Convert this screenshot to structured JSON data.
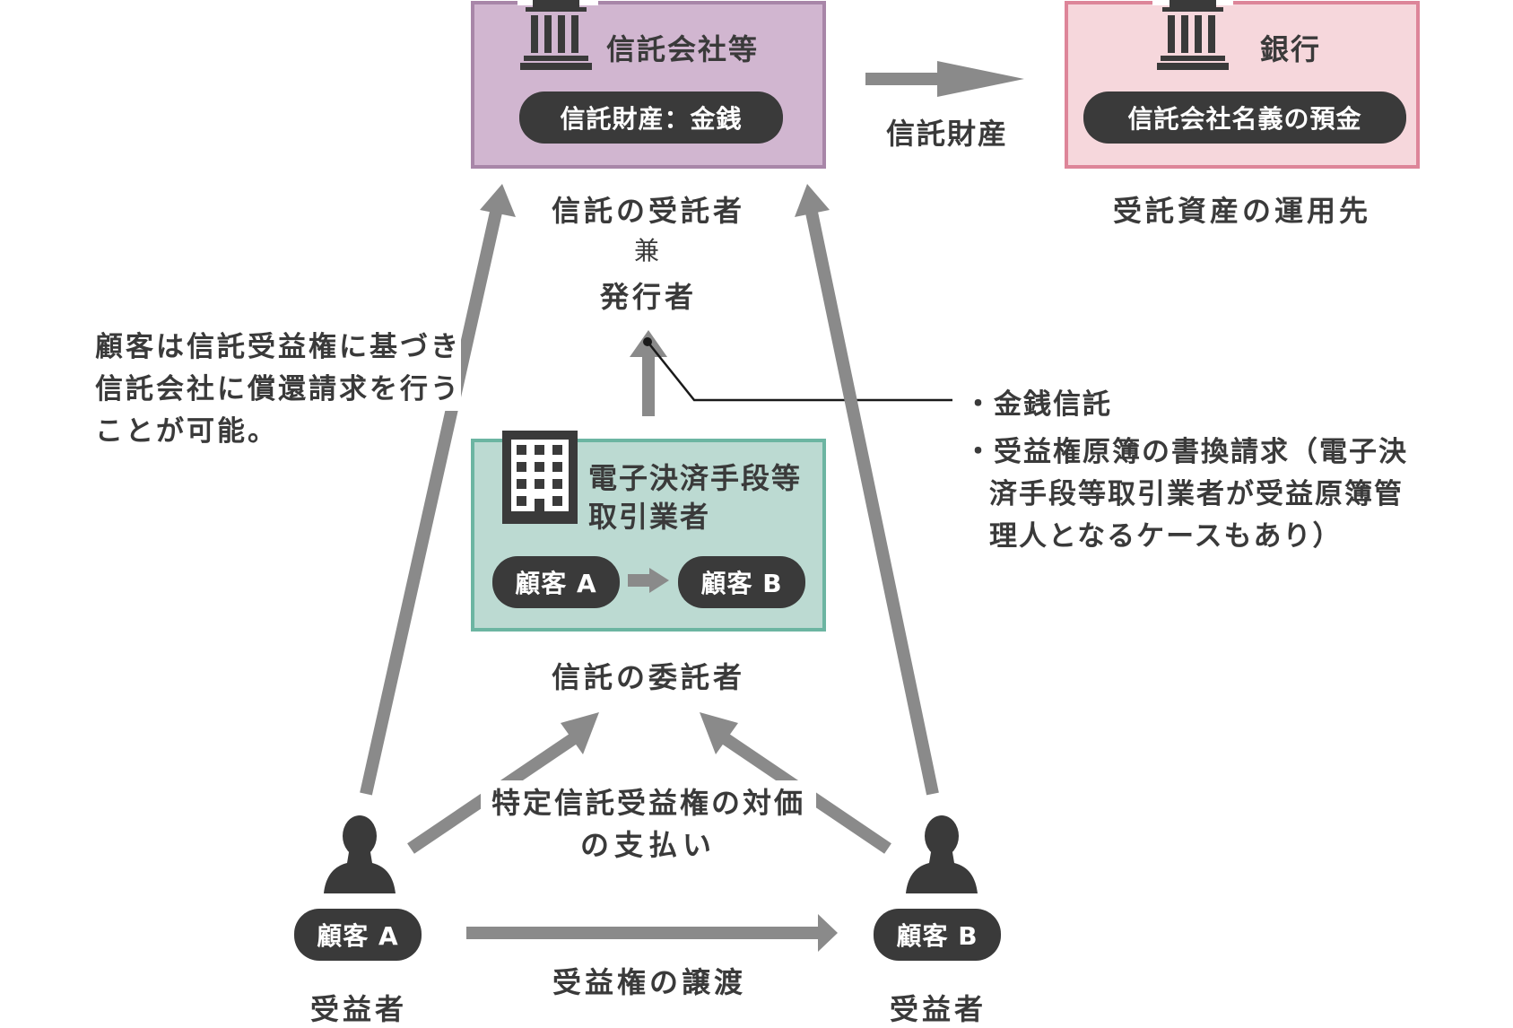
{
  "colors": {
    "trust_fill": "#d1b6d0",
    "trust_border": "#a886a8",
    "bank_fill": "#f6d7dc",
    "bank_border": "#dd8599",
    "ep_fill": "#bcdad2",
    "ep_border": "#6cb5a2",
    "pill": "#3a3a3a",
    "arrow": "#8a8a8a",
    "text": "#3a3a3a"
  },
  "icons": {
    "trust_company": "bank-building-icon",
    "bank": "bank-building-icon",
    "ep_company": "office-building-icon",
    "customer_a": "person-icon",
    "customer_b": "person-icon"
  },
  "trust_company": {
    "name": "信託会社等",
    "pill": "信託財産：金銭",
    "caption_line1": "信託の受託者",
    "caption_join": "兼",
    "caption_line2": "発行者"
  },
  "bank": {
    "name": "銀行",
    "pill": "信託会社名義の預金",
    "caption": "受託資産の運用先"
  },
  "arrow_trust_to_bank_label": "信託財産",
  "ep_company": {
    "name_line1": "電子決済手段等",
    "name_line2": "取引業者",
    "pill_a": "顧客 A",
    "pill_b": "顧客 B",
    "caption": "信託の委託者"
  },
  "left_note": [
    "顧客は信託受益権に基づき",
    "信託会社に償還請求を行う",
    "ことが可能。"
  ],
  "right_notes": [
    "・金銭信託",
    "・受益権原簿の書換請求（電子決",
    "済手段等取引業者が受益原簿管",
    "理人となるケースもあり）"
  ],
  "payment_label": [
    "特定信託受益権の対価",
    "の支払い"
  ],
  "customer_a": {
    "pill": "顧客 A",
    "caption": "受益者"
  },
  "customer_b": {
    "pill": "顧客 B",
    "caption": "受益者"
  },
  "transfer_label": "受益権の譲渡"
}
